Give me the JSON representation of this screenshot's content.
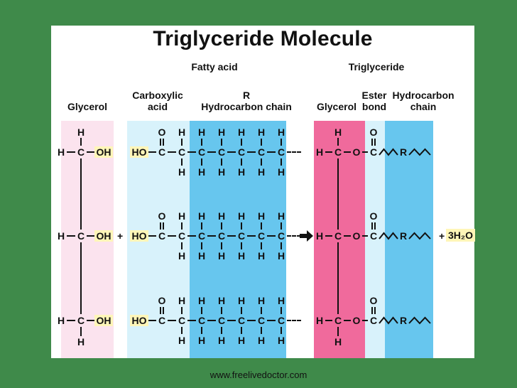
{
  "title": "Triglyceride Molecule",
  "headers": {
    "fatty_acid": "Fatty acid",
    "triglyceride": "Triglyceride",
    "glycerol": "Glycerol",
    "carboxylic_acid": "Carboxylic\nacid",
    "r_chain": "R\nHydrocarbon chain",
    "glycerol_right": "Glycerol",
    "ester_bond": "Ester\nbond",
    "hydrocarbon_chain": "Hydrocarbon\nchain"
  },
  "atoms": {
    "H": "H",
    "C": "C",
    "O": "O",
    "R": "R",
    "OH": "OH",
    "HO": "HO"
  },
  "plus_sign": "+",
  "water": "3H₂O",
  "footer": "www.freelivedoctor.com",
  "colors": {
    "background": "#3f8a4a",
    "glycerol_band": "#fbe3ee",
    "carboxylic_band": "#d8f2fb",
    "hydrocarbon_band": "#67c6ee",
    "glycerol_right_band": "#f06a9c",
    "ester_band": "#d8f2fb",
    "hydrocarbon_right_band": "#67c6ee",
    "highlight": "#fff6b8"
  }
}
